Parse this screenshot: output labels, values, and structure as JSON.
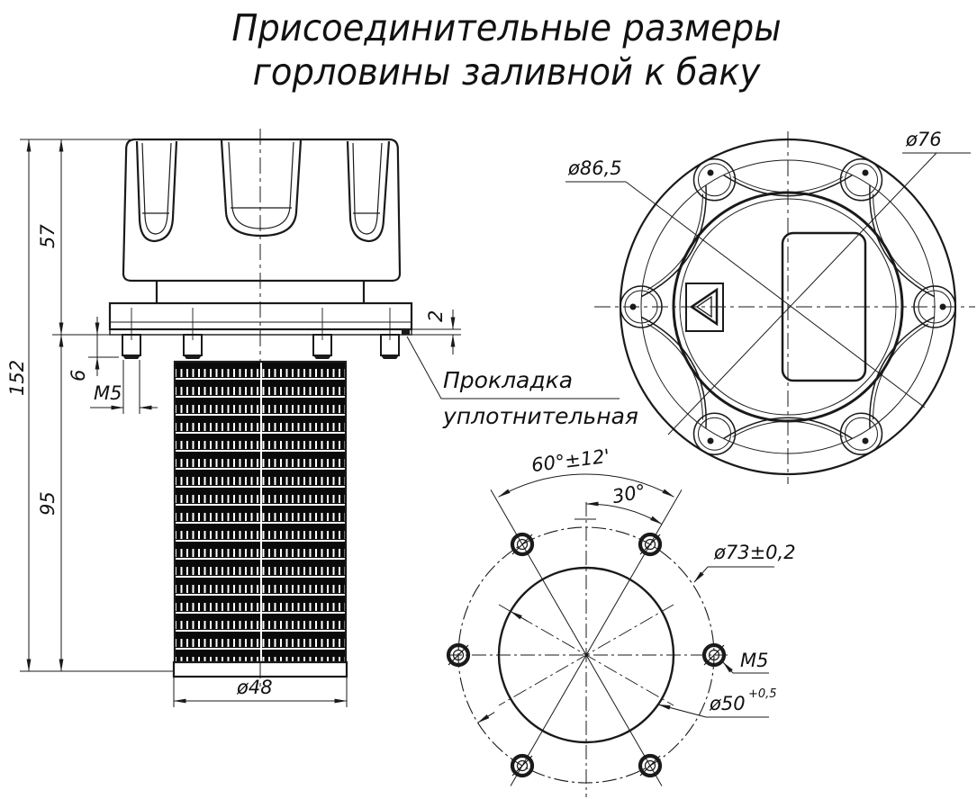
{
  "title": {
    "line1": "Присоединительные размеры",
    "line2": "горловины заливной к баку"
  },
  "side_view": {
    "dim_total_height": "152",
    "dim_cap_height": "57",
    "dim_tube_height": "95",
    "dim_stud_length": "6",
    "dim_stud_thread": "M5",
    "dim_gasket_thickness": "2",
    "dim_tube_diameter": "ø48",
    "gasket_label_line1": "Прокладка",
    "gasket_label_line2": "уплотнительная"
  },
  "top_view": {
    "dim_cap_outer_diameter": "ø86,5",
    "dim_cap_diameter": "ø76"
  },
  "bolt_pattern_view": {
    "dim_holes_angle": "60°±12'",
    "dim_hole_half_angle": "30°",
    "dim_bolt_circle_diameter": "ø73±0,2",
    "dim_hole_thread": "M5",
    "dim_bore_diameter": "ø50",
    "dim_bore_tolerance": "+0,5"
  },
  "colors": {
    "line": "#1a1a1a",
    "background": "#ffffff"
  }
}
